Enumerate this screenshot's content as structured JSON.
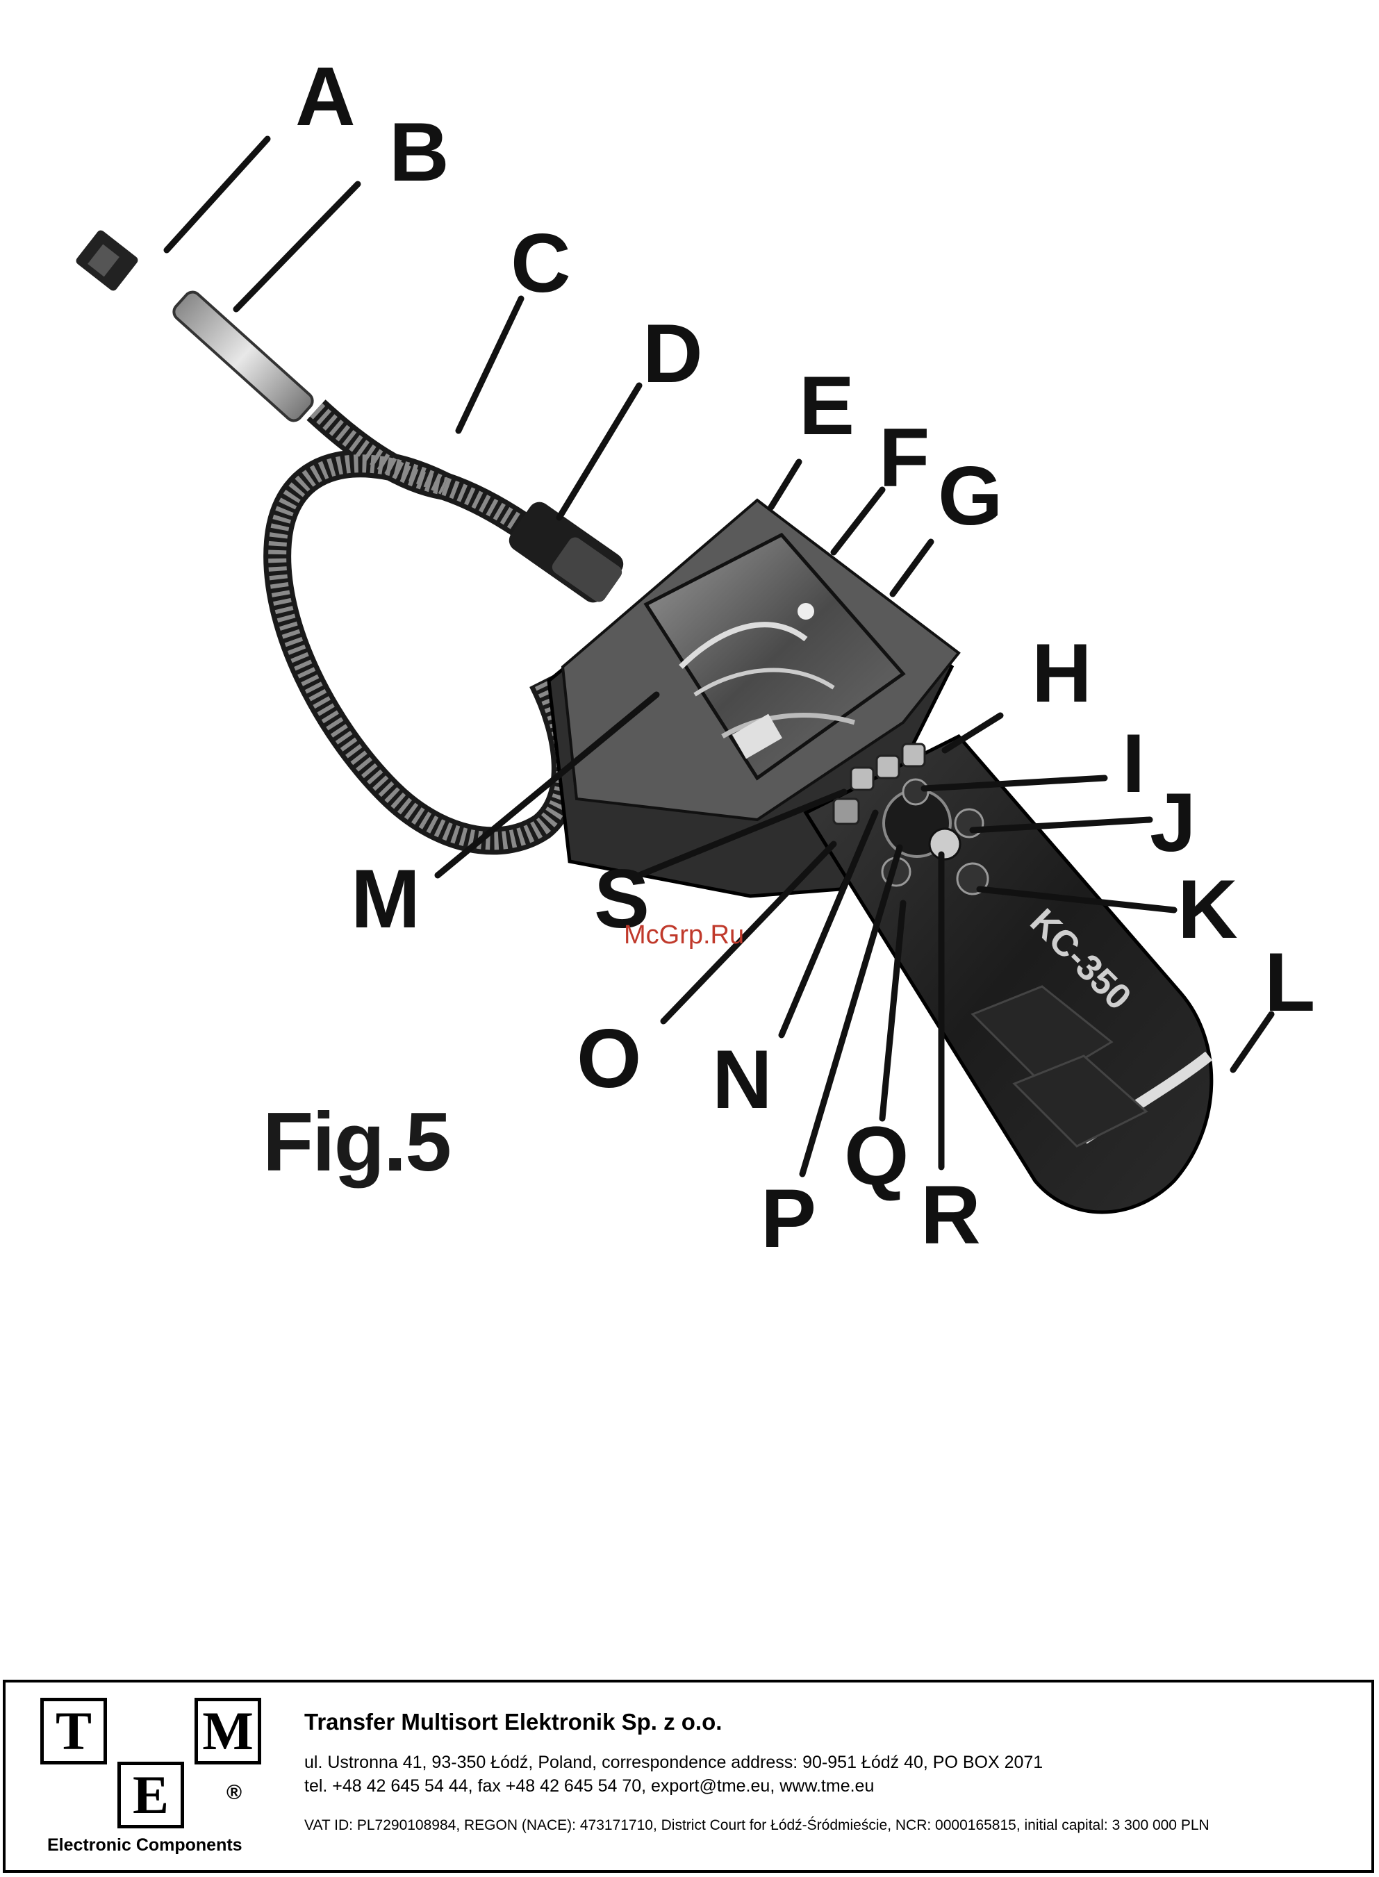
{
  "figure": {
    "labels": {
      "a": "A",
      "b": "B",
      "c": "C",
      "d": "D",
      "e": "E",
      "f": "F",
      "g": "G",
      "h": "H",
      "i": "I",
      "j": "J",
      "k": "K",
      "l": "L",
      "m": "M",
      "n": "N",
      "o": "O",
      "p": "P",
      "q": "Q",
      "r": "R",
      "s": "S"
    },
    "model": "KC-350",
    "caption": "Fig.5",
    "watermark": "McGrp.Ru"
  },
  "footer": {
    "logo": {
      "t": "T",
      "m": "M",
      "e": "E",
      "reg": "®",
      "subtitle": "Electronic Components"
    },
    "company": "Transfer Multisort Elektronik Sp. z o.o.",
    "address_line": "ul. Ustronna 41, 93-350 Łódź, Poland, correspondence address: 90-951 Łódź 40, PO BOX 2071",
    "contact_line": "tel. +48 42 645 54 44, fax +48 42 645 54 70, export@tme.eu, www.tme.eu",
    "vat_line": "VAT ID: PL7290108984, REGON (NACE): 473171710, District Court for Łódź-Śródmieście, NCR: 0000165815, initial capital: 3 300 000 PLN"
  }
}
